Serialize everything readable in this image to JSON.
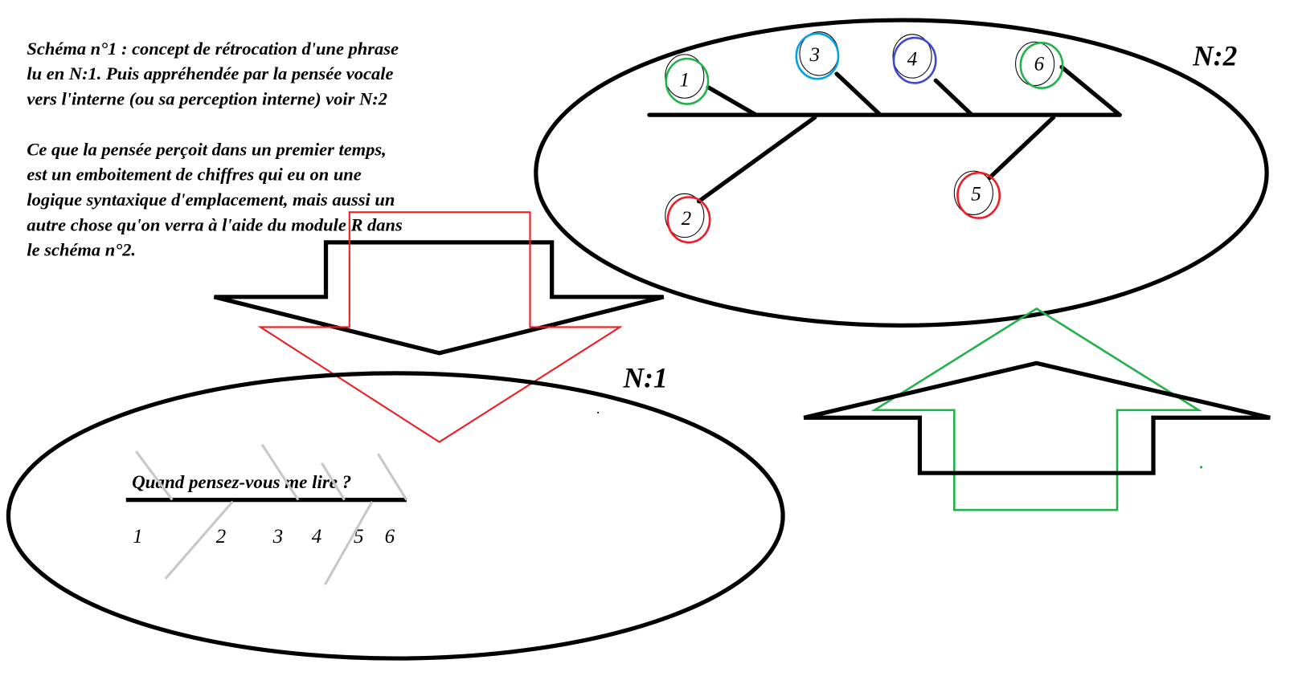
{
  "description_text": {
    "lines": [
      "Schéma n°1 : concept de rétrocation d'une phrase",
      "lu en N:1. Puis appréhendée par la pensée vocale",
      "vers l'interne (ou sa perception interne) voir N:2",
      "Ce que la pensée perçoit dans un premier temps,",
      "est un emboitement de chiffres qui eu on une",
      "logique syntaxique d'emplacement, mais aussi un",
      "autre chose qu'on verra à l'aide du module R dans",
      "le schéma n°2."
    ]
  },
  "n1": {
    "label": "N:1",
    "sentence": "Quand pensez-vous me lire ?",
    "digits": [
      "1",
      "2",
      "3",
      "4",
      "5",
      "6"
    ]
  },
  "n2": {
    "label": "N:2",
    "nodes": [
      {
        "label": "1",
        "color": "#22b14c"
      },
      {
        "label": "2",
        "color": "#ed1c24"
      },
      {
        "label": "3",
        "color": "#00a2e8"
      },
      {
        "label": "4",
        "color": "#3f48cc"
      },
      {
        "label": "5",
        "color": "#ed1c24"
      },
      {
        "label": "6",
        "color": "#22b14c"
      }
    ]
  },
  "colors": {
    "down_arrow": "#ed1c24",
    "up_arrow": "#22b14c",
    "slash": "#c8c8c8"
  }
}
